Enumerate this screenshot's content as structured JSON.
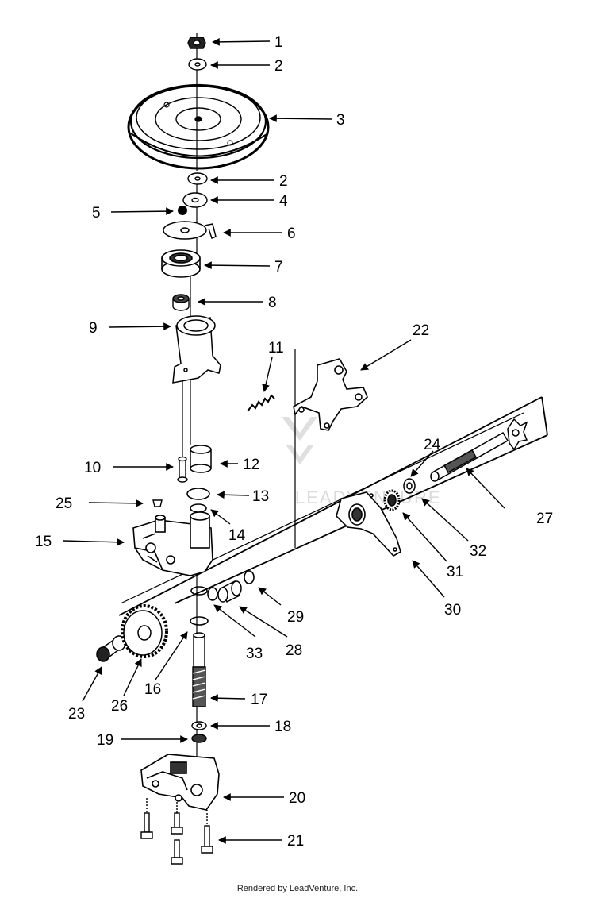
{
  "diagram": {
    "labels": {
      "c1": "1",
      "c2a": "2",
      "c3": "3",
      "c2b": "2",
      "c4": "4",
      "c5": "5",
      "c6": "6",
      "c7": "7",
      "c8": "8",
      "c9": "9",
      "c10": "10",
      "c11": "11",
      "c12": "12",
      "c13": "13",
      "c14": "14",
      "c15": "15",
      "c16": "16",
      "c17": "17",
      "c18": "18",
      "c19": "19",
      "c20": "20",
      "c21": "21",
      "c22": "22",
      "c23": "23",
      "c24": "24",
      "c25": "25",
      "c26": "26",
      "c27": "27",
      "c28": "28",
      "c29": "29",
      "c30": "30",
      "c31": "31",
      "c32": "32",
      "c33": "33"
    },
    "watermark": "LEADVENTURE"
  },
  "footer": {
    "text": "Rendered by LeadVenture, Inc."
  },
  "colors": {
    "ink": "#000000",
    "watermark": "#d6d6d6",
    "background": "#ffffff"
  }
}
